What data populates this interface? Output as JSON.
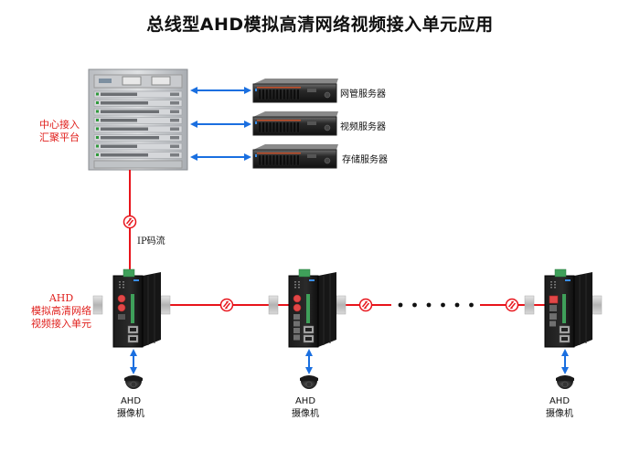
{
  "title": "总线型AHD模拟高清网络视频接入单元应用",
  "core": {
    "label_line1": "中心接入",
    "label_line2": "汇聚平台",
    "icon": "chassis-switch-icon"
  },
  "servers": [
    {
      "label": "网管服务器",
      "icon": "rack-server-icon"
    },
    {
      "label": "视频服务器",
      "icon": "rack-server-icon"
    },
    {
      "label": "存储服务器",
      "icon": "rack-server-icon"
    }
  ],
  "uplink_label": "IP码流",
  "unit_label": {
    "line1": "AHD",
    "line2": "模拟高清网络",
    "line3": "视频接入单元"
  },
  "units": [
    {
      "name": "unit-1",
      "camera_label_line1": "AHD",
      "camera_label_line2": "摄像机"
    },
    {
      "name": "unit-2",
      "camera_label_line1": "AHD",
      "camera_label_line2": "摄像机"
    },
    {
      "name": "unit-3",
      "camera_label_line1": "AHD",
      "camera_label_line2": "摄像机"
    }
  ],
  "ellipsis_dots": 6,
  "colors": {
    "fiber_line": "#e8141b",
    "arrow": "#1a6fe0",
    "label_red": "#e0201d"
  }
}
